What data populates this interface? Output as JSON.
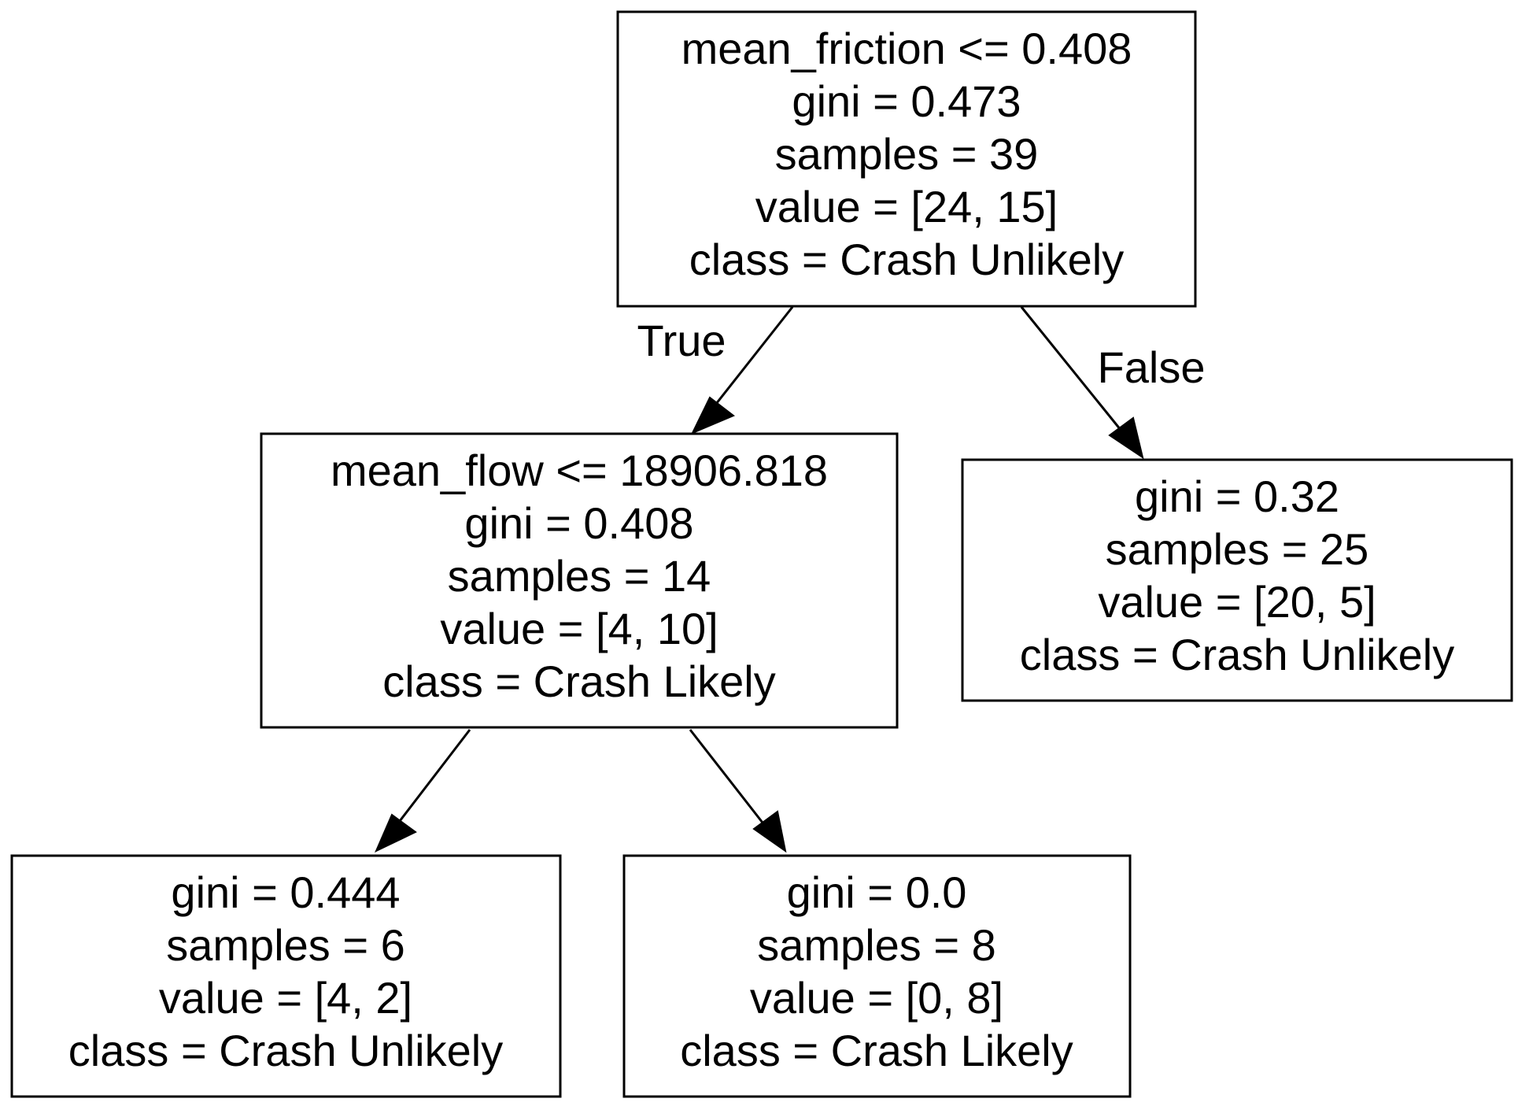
{
  "tree": {
    "nodes": [
      {
        "id": "root",
        "lines": [
          "mean_friction <= 0.408",
          "gini = 0.473",
          "samples = 39",
          "value = [24, 15]",
          "class = Crash Unlikely"
        ]
      },
      {
        "id": "left",
        "lines": [
          "mean_flow <= 18906.818",
          "gini = 0.408",
          "samples = 14",
          "value = [4, 10]",
          "class = Crash Likely"
        ]
      },
      {
        "id": "right",
        "lines": [
          "gini = 0.32",
          "samples = 25",
          "value = [20, 5]",
          "class = Crash Unlikely"
        ]
      },
      {
        "id": "left-left",
        "lines": [
          "gini = 0.444",
          "samples = 6",
          "value = [4, 2]",
          "class = Crash Unlikely"
        ]
      },
      {
        "id": "left-right",
        "lines": [
          "gini = 0.0",
          "samples = 8",
          "value = [0, 8]",
          "class = Crash Likely"
        ]
      }
    ],
    "edges": [
      {
        "from": "root",
        "to": "left",
        "label": "True"
      },
      {
        "from": "root",
        "to": "right",
        "label": "False"
      },
      {
        "from": "left",
        "to": "left-left",
        "label": ""
      },
      {
        "from": "left",
        "to": "left-right",
        "label": ""
      }
    ]
  }
}
